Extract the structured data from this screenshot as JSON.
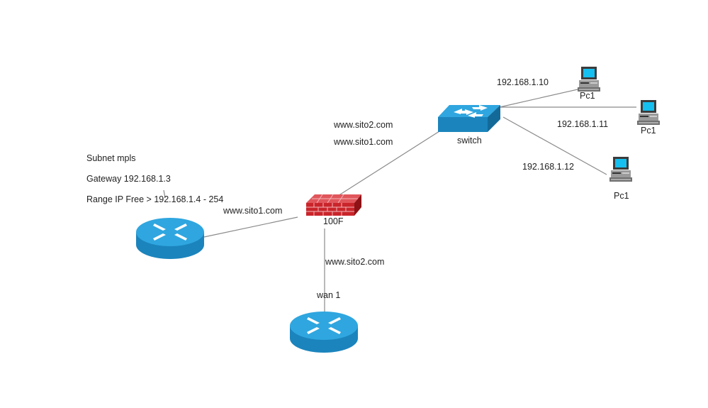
{
  "colors": {
    "device_blue_top": "#2fa6df",
    "device_blue_side": "#1b84bd",
    "firewall_red": "#c9252b",
    "firewall_dark": "#8e1216",
    "link_gray": "#8a8a8a",
    "text": "#222222"
  },
  "notes": {
    "subnet": "Subnet mpls",
    "gateway": "Gateway 192.168.1.3",
    "range": "Range IP Free > 192.168.1.4 - 254"
  },
  "nodes": {
    "firewall": {
      "label": "100F",
      "icon": "firewall-icon"
    },
    "switch": {
      "label": "switch",
      "icon": "switch-icon"
    },
    "router_mpls": {
      "label": "",
      "icon": "router-icon"
    },
    "router_wan": {
      "label": "",
      "icon": "router-icon"
    },
    "pcs": [
      {
        "label": "Pc1",
        "ip": "192.168.1.10",
        "icon": "pc-icon"
      },
      {
        "label": "Pc1",
        "ip": "192.168.1.11",
        "icon": "pc-icon"
      },
      {
        "label": "Pc1",
        "ip": "192.168.1.12",
        "icon": "pc-icon"
      }
    ]
  },
  "link_labels": {
    "fw_switch_1": "www.sito2.com",
    "fw_switch_2": "www.sito1.com",
    "fw_mpls": "www.sito1.com",
    "fw_wan_site": "www.sito2.com",
    "fw_wan_port": "wan 1"
  }
}
